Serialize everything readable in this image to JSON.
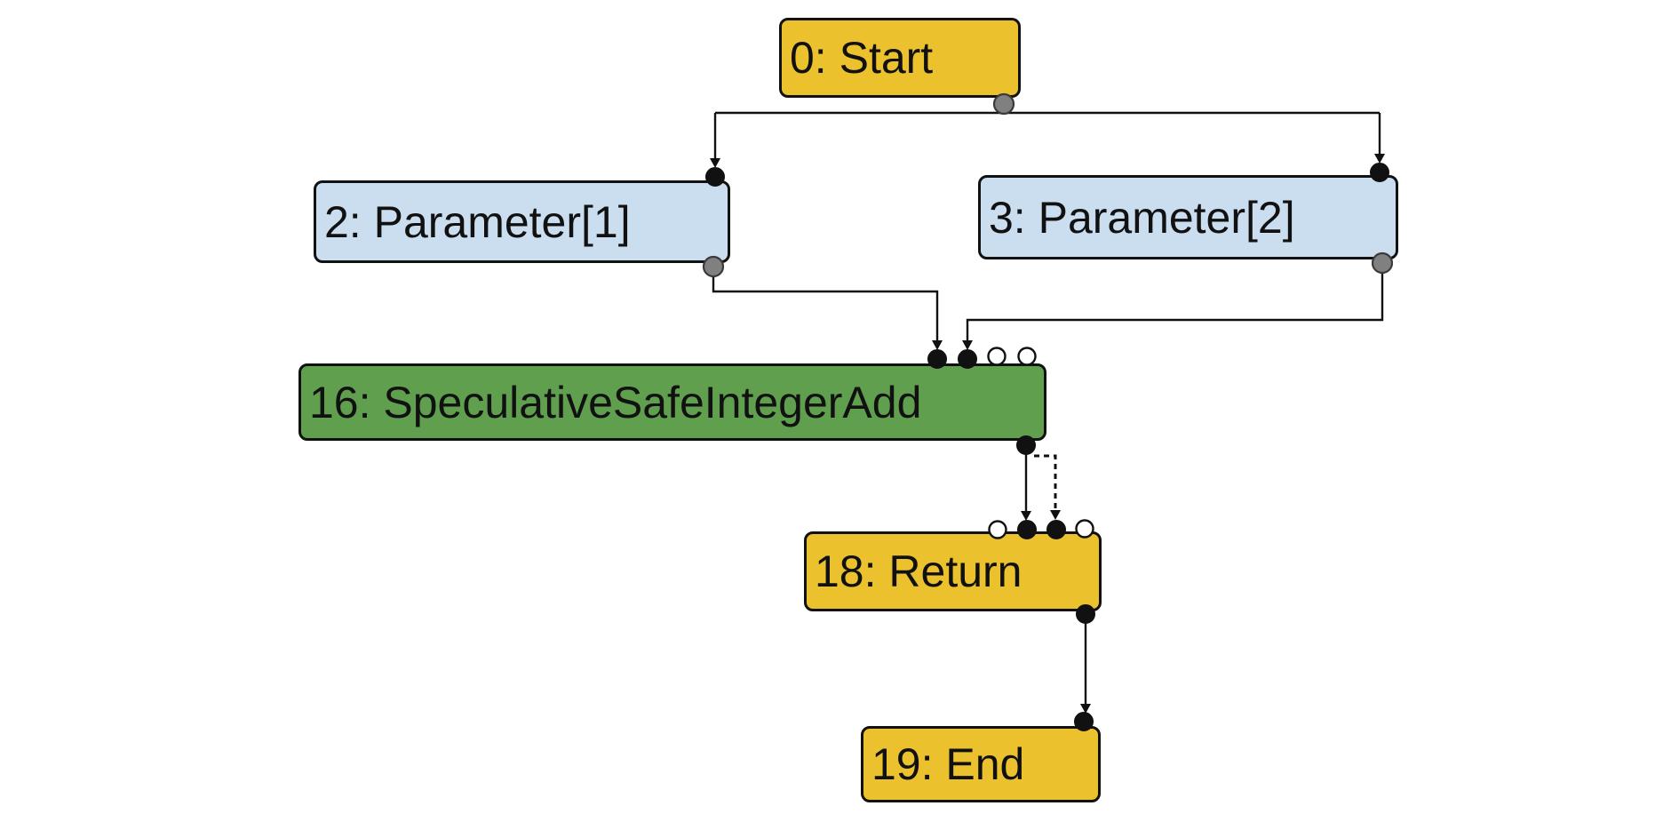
{
  "graph": {
    "nodes": {
      "start": {
        "label": "0: Start"
      },
      "param1": {
        "label": "2: Parameter[1]"
      },
      "param2": {
        "label": "3: Parameter[2]"
      },
      "add": {
        "label": "16: SpeculativeSafeIntegerAdd"
      },
      "return": {
        "label": "18: Return"
      },
      "end": {
        "label": "19: End"
      }
    },
    "edges": [
      {
        "from": "0: Start",
        "to": "2: Parameter[1]",
        "style": "solid"
      },
      {
        "from": "0: Start",
        "to": "3: Parameter[2]",
        "style": "solid"
      },
      {
        "from": "2: Parameter[1]",
        "to": "16: SpeculativeSafeIntegerAdd",
        "style": "solid"
      },
      {
        "from": "3: Parameter[2]",
        "to": "16: SpeculativeSafeIntegerAdd",
        "style": "solid"
      },
      {
        "from": "16: SpeculativeSafeIntegerAdd",
        "to": "18: Return",
        "style": "solid"
      },
      {
        "from": "16: SpeculativeSafeIntegerAdd",
        "to": "18: Return",
        "style": "dotted"
      },
      {
        "from": "18: Return",
        "to": "19: End",
        "style": "solid"
      }
    ]
  },
  "colors": {
    "background": "#ffffff",
    "node_yellow": "#ecc12e",
    "node_blue": "#cadef0",
    "node_green": "#5f9f4e",
    "node_border": "#111111",
    "edge": "#111111",
    "port_black": "#111111",
    "port_gray": "#808080",
    "port_white": "#ffffff"
  }
}
